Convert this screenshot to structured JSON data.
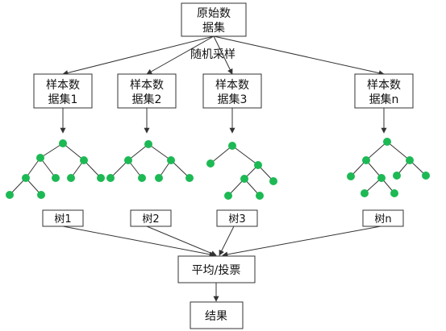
{
  "nodes": {
    "original": {
      "line1": "原始数",
      "line2": "据集"
    },
    "sampling_label": "随机采样",
    "samples": [
      {
        "line1": "样本数",
        "line2": "据集1"
      },
      {
        "line1": "样本数",
        "line2": "据集2"
      },
      {
        "line1": "样本数",
        "line2": "据集3"
      },
      {
        "line1": "样本数",
        "line2": "据集n"
      }
    ],
    "trees": [
      "树1",
      "树2",
      "树3",
      "树n"
    ],
    "aggregate": "平均/投票",
    "result": "结果"
  },
  "colors": {
    "tree_node": "#1db954",
    "stroke": "#333333",
    "box_border": "#333333",
    "box_fill": "#ffffff"
  }
}
